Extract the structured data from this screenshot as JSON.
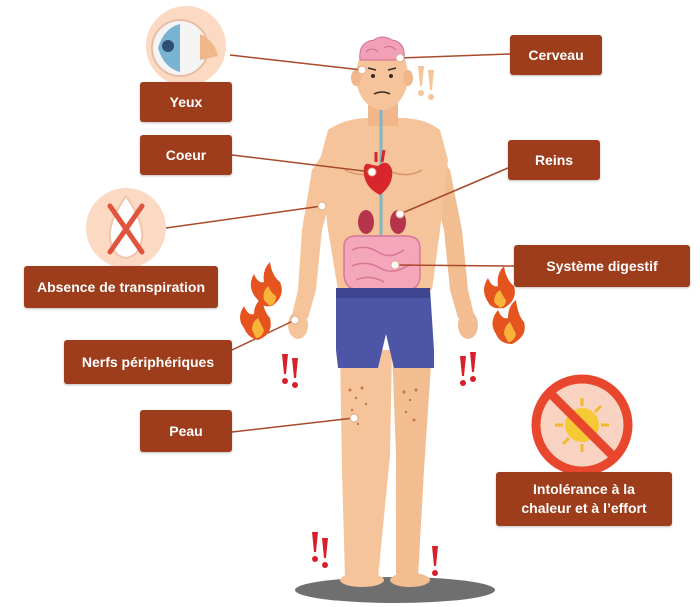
{
  "labels": {
    "cerveau": "Cerveau",
    "yeux": "Yeux",
    "coeur": "Coeur",
    "reins": "Reins",
    "transpiration": "Absence de transpiration",
    "digestif": "Système digestif",
    "nerfs": "Nerfs périphériques",
    "peau": "Peau",
    "intolerance_line1": "Intolérance à la",
    "intolerance_line2": "chaleur et à l’effort"
  },
  "colors": {
    "label_bg": "#9e3d1c",
    "label_text": "#ffffff",
    "skin": "#f6c49a",
    "shorts": "#4d56a6",
    "alert": "#d8202a",
    "flame": "#e5531f",
    "leader_line": "#a8492a"
  },
  "icons": [
    "eye-icon",
    "crossed-out-sweat-drop-icon",
    "no-sun-icon",
    "flame-icon",
    "exclamation-icon"
  ]
}
